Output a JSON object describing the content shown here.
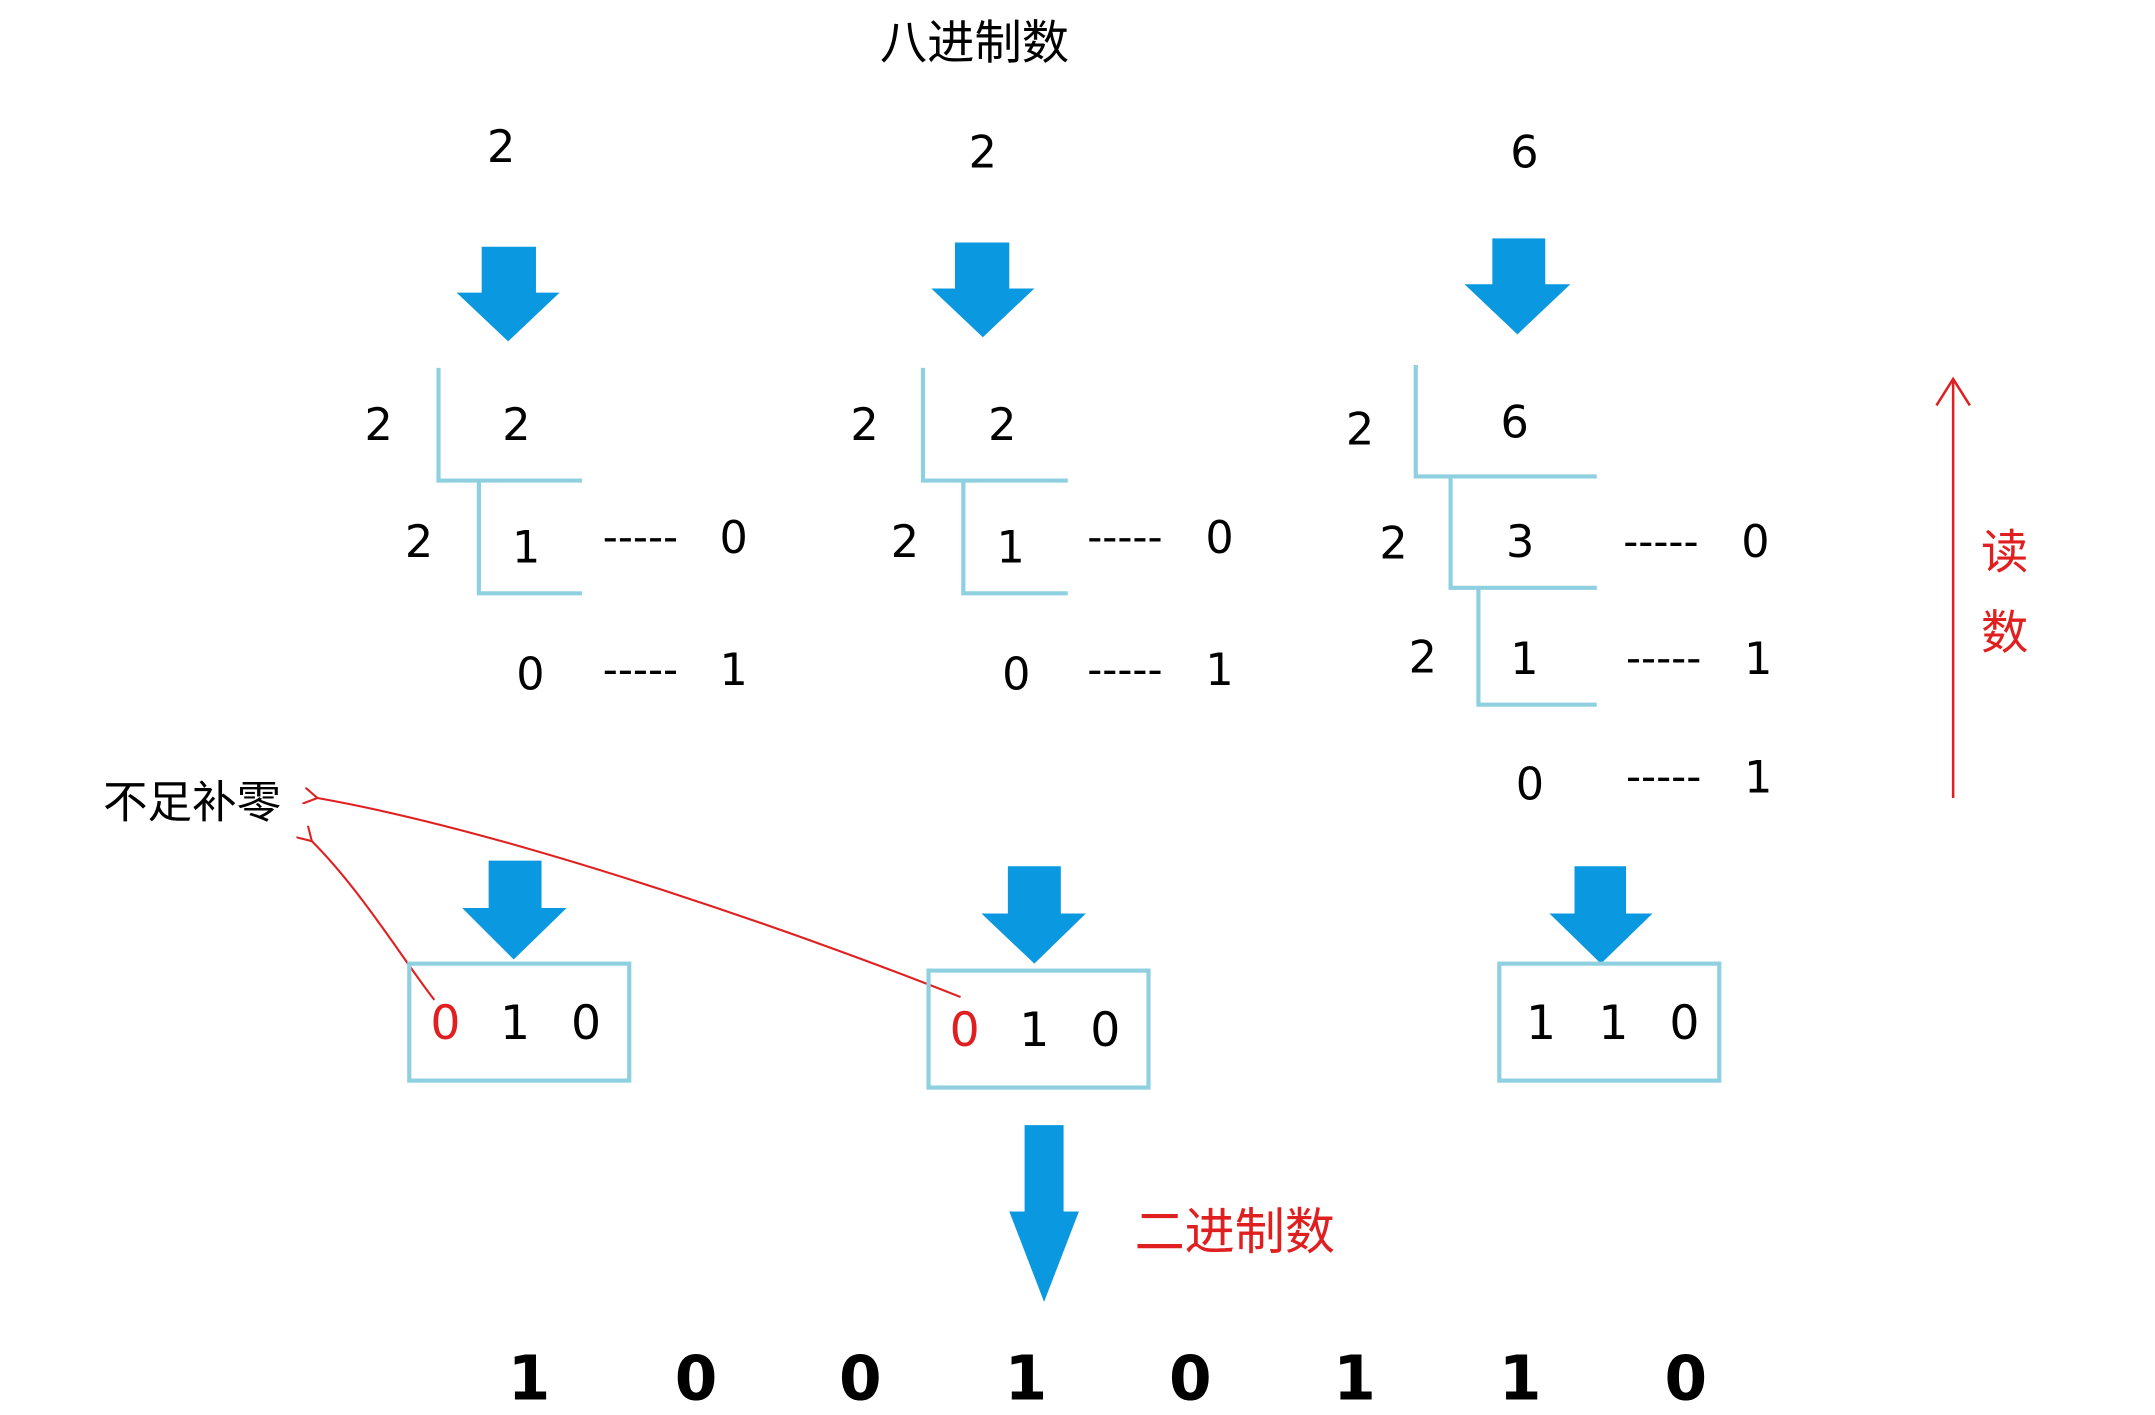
{
  "title": "八进制数",
  "octal_digits": [
    "2",
    "2",
    "6"
  ],
  "divisions": [
    {
      "divisor": "2",
      "steps": [
        {
          "divisor": "2",
          "quotient": "2"
        },
        {
          "divisor": "2",
          "quotient": "1",
          "remainder": "0"
        },
        {
          "quotient": "0",
          "remainder": "1"
        }
      ],
      "dashes": "-----",
      "result": [
        {
          "digit": "0",
          "padded": true
        },
        {
          "digit": "1",
          "padded": false
        },
        {
          "digit": "0",
          "padded": false
        }
      ]
    },
    {
      "divisor": "2",
      "steps": [
        {
          "divisor": "2",
          "quotient": "2"
        },
        {
          "divisor": "2",
          "quotient": "1",
          "remainder": "0"
        },
        {
          "quotient": "0",
          "remainder": "1"
        }
      ],
      "dashes": "-----",
      "result": [
        {
          "digit": "0",
          "padded": true
        },
        {
          "digit": "1",
          "padded": false
        },
        {
          "digit": "0",
          "padded": false
        }
      ]
    },
    {
      "divisor": "2",
      "steps": [
        {
          "divisor": "2",
          "quotient": "6"
        },
        {
          "divisor": "2",
          "quotient": "3",
          "remainder": "0"
        },
        {
          "divisor": "2",
          "quotient": "1",
          "remainder": "1"
        },
        {
          "quotient": "0",
          "remainder": "1"
        }
      ],
      "dashes": "-----",
      "result": [
        {
          "digit": "1",
          "padded": false
        },
        {
          "digit": "1",
          "padded": false
        },
        {
          "digit": "0",
          "padded": false
        }
      ]
    }
  ],
  "read_direction_label": [
    "读",
    "数"
  ],
  "pad_zero_label": "不足补零",
  "binary_label": "二进制数",
  "binary_result": [
    "1",
    "0",
    "0",
    "1",
    "0",
    "1",
    "1",
    "0"
  ],
  "colors": {
    "arrow": "#0a98e0",
    "bracket": "#8fd0e0",
    "annotation": "#e02020",
    "text": "#000000"
  }
}
